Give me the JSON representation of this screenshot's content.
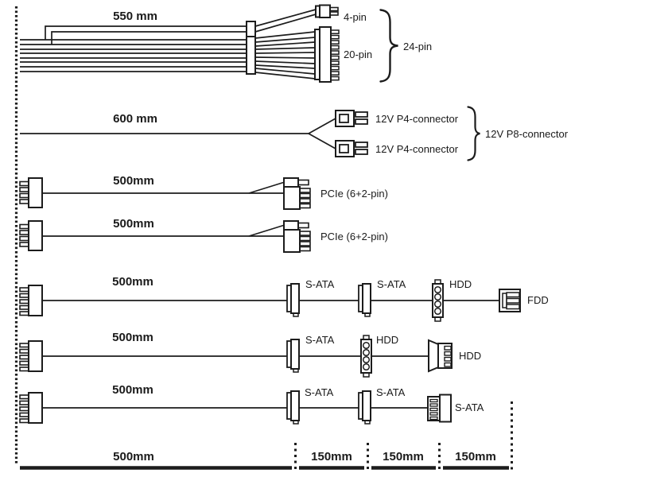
{
  "colors": {
    "ink": "#1c1c1c",
    "background": "#ffffff"
  },
  "cables": [
    {
      "id": "atx",
      "length": "550 mm",
      "labels": {
        "a": "4-pin",
        "b": "20-pin",
        "group": "24-pin"
      }
    },
    {
      "id": "eps",
      "length": "600 mm",
      "labels": {
        "a": "12V P4-connector",
        "b": "12V P4-connector",
        "group": "12V P8-connector"
      }
    },
    {
      "id": "pcie-1",
      "length": "500mm",
      "labels": {
        "a": "PCIe (6+2-pin)"
      }
    },
    {
      "id": "pcie-2",
      "length": "500mm",
      "labels": {
        "a": "PCIe (6+2-pin)"
      }
    },
    {
      "id": "peripheral-1",
      "length": "500mm",
      "labels": {
        "a": "S-ATA",
        "b": "S-ATA",
        "c": "HDD",
        "d": "FDD"
      }
    },
    {
      "id": "peripheral-2",
      "length": "500mm",
      "labels": {
        "a": "S-ATA",
        "b": "HDD",
        "c": "HDD"
      }
    },
    {
      "id": "peripheral-3",
      "length": "500mm",
      "labels": {
        "a": "S-ATA",
        "b": "S-ATA",
        "c": "S-ATA"
      }
    }
  ],
  "ruler": {
    "segments": [
      "500mm",
      "150mm",
      "150mm",
      "150mm"
    ]
  }
}
